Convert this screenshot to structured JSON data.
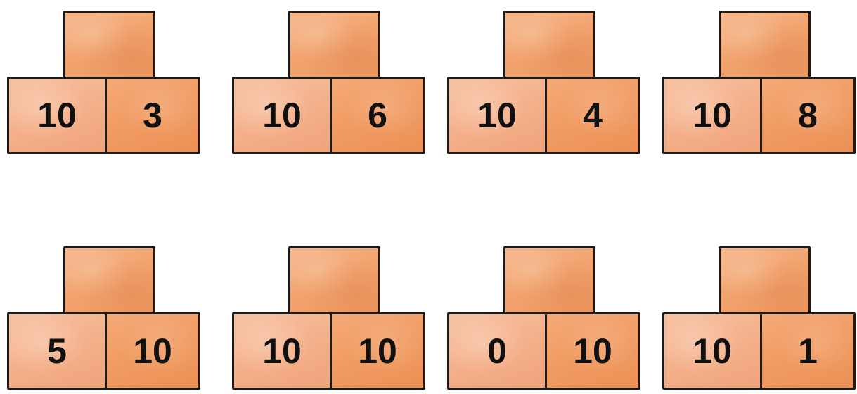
{
  "pyramids": [
    {
      "top": "",
      "left": "10",
      "right": "3"
    },
    {
      "top": "",
      "left": "10",
      "right": "6"
    },
    {
      "top": "",
      "left": "10",
      "right": "4"
    },
    {
      "top": "",
      "left": "10",
      "right": "8"
    },
    {
      "top": "",
      "left": "5",
      "right": "10"
    },
    {
      "top": "",
      "left": "10",
      "right": "10"
    },
    {
      "top": "",
      "left": "0",
      "right": "10"
    },
    {
      "top": "",
      "left": "10",
      "right": "1"
    }
  ]
}
